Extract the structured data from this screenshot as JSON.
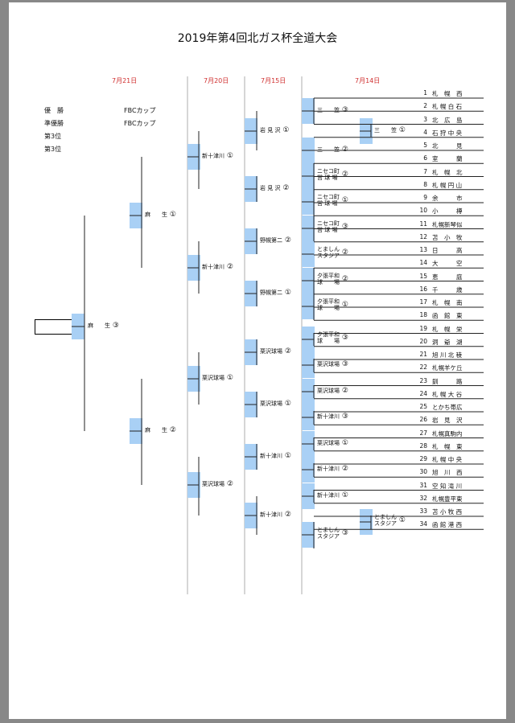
{
  "title": "2019年第4回北ガス杯全道大会",
  "dates": [
    "7月21日",
    "7月20日",
    "7月15日",
    "7月14日"
  ],
  "results": [
    {
      "label": "優　勝",
      "value": "FBCカップ"
    },
    {
      "label": "準優勝",
      "value": "FBCカップ"
    },
    {
      "label": "第3位",
      "value": ""
    },
    {
      "label": "第3位",
      "value": ""
    }
  ],
  "teams": [
    "札　幌　西",
    "札 幌 白 石",
    "北　広　島",
    "石 狩 中 央",
    "北　　　見",
    "室　　　蘭",
    "札　幌　北",
    "札 幌 円 山",
    "余　　　市",
    "小　　　樽",
    "札幌新琴似",
    "苫　小　牧",
    "日　　　高",
    "大　　　空",
    "恵　　　庭",
    "千　　　歳",
    "札　幌　南",
    "函　館　東",
    "札　幌　栄",
    "洞　爺　湖",
    "旭 川 北 稜",
    "札幌羊ケ丘",
    "釧　　　路",
    "札 幌 大 谷",
    "とかち帯広",
    "岩　見　沢",
    "札幌真駒内",
    "札　幌　東",
    "札 幌 中 央",
    "旭　川　西",
    "空 知 滝 川",
    "札幌豊平東",
    "苫 小 牧 西",
    "函 館 港 西"
  ],
  "venues": [
    {
      "name": "三　　笠",
      "mark": "③"
    },
    {
      "name": "三　　笠",
      "mark": "①"
    },
    {
      "name": "三　　笠",
      "mark": "②"
    },
    {
      "name": "ニセコ町\n営 球 場",
      "mark": "②"
    },
    {
      "name": "ニセコ町\n営 球 場",
      "mark": "①"
    },
    {
      "name": "ニセコ町\n営 球 場",
      "mark": "③"
    },
    {
      "name": "とましん\nスタジア",
      "mark": "②"
    },
    {
      "name": "夕張平和\n球　　場",
      "mark": "②"
    },
    {
      "name": "夕張平和\n球　　場",
      "mark": "①"
    },
    {
      "name": "夕張平和\n球　　場",
      "mark": "③"
    },
    {
      "name": "栗沢球場",
      "mark": "③"
    },
    {
      "name": "栗沢球場",
      "mark": "②"
    },
    {
      "name": "新十津川",
      "mark": "③"
    },
    {
      "name": "栗沢球場",
      "mark": "①"
    },
    {
      "name": "新十津川",
      "mark": "②"
    },
    {
      "name": "新十津川",
      "mark": "①"
    },
    {
      "name": "とましん\nスタジア",
      "mark": "①"
    },
    {
      "name": "とましん\nスタジア",
      "mark": "③"
    },
    {
      "name": "岩 見 沢",
      "mark": "①"
    },
    {
      "name": "岩 見 沢",
      "mark": "②"
    },
    {
      "name": "野幌第二",
      "mark": "②"
    },
    {
      "name": "野幌第二",
      "mark": "①"
    },
    {
      "name": "栗沢球場",
      "mark": "②"
    },
    {
      "name": "栗沢球場",
      "mark": "①"
    },
    {
      "name": "新十津川",
      "mark": "①"
    },
    {
      "name": "新十津川",
      "mark": "②"
    },
    {
      "name": "新十津川",
      "mark": "①"
    },
    {
      "name": "新十津川",
      "mark": "②"
    },
    {
      "name": "栗沢球場",
      "mark": "①"
    },
    {
      "name": "栗沢球場",
      "mark": "②"
    },
    {
      "name": "麻　　生",
      "mark": "①"
    },
    {
      "name": "麻　　生",
      "mark": "②"
    },
    {
      "name": "麻　　生",
      "mark": "③"
    }
  ]
}
